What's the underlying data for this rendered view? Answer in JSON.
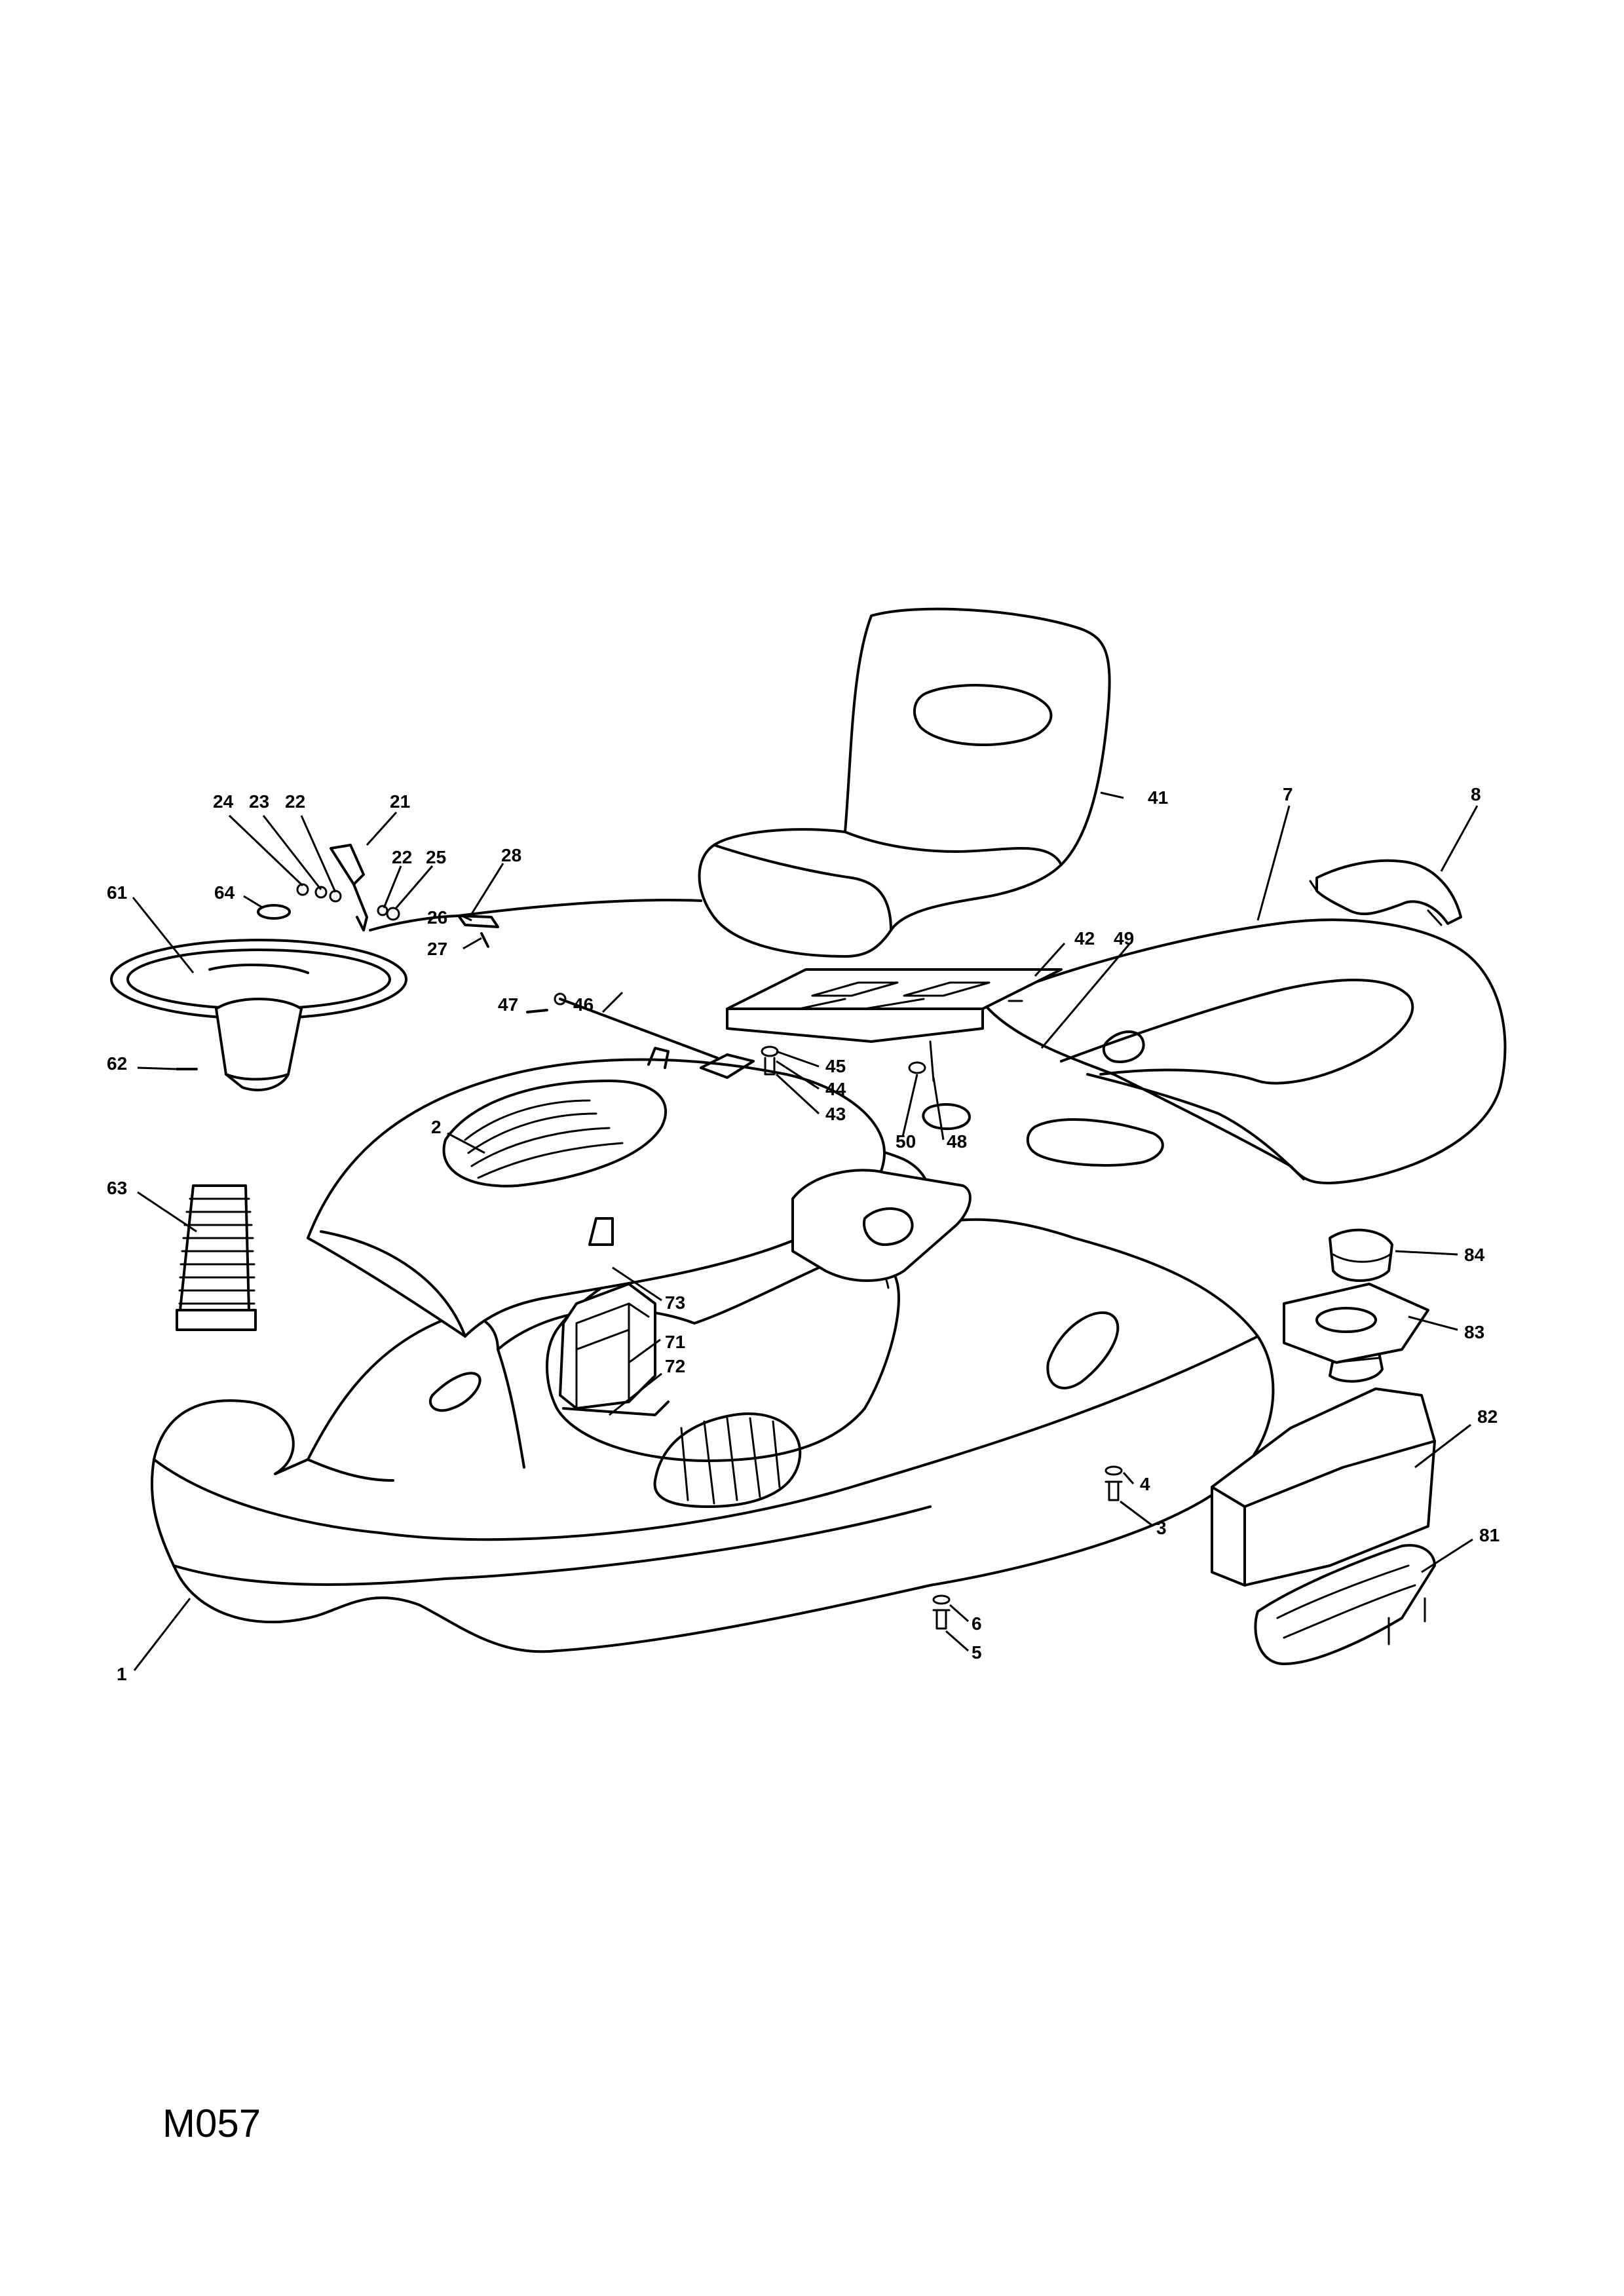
{
  "drawing_code": "M057",
  "callouts": [
    "1",
    "2",
    "3",
    "4",
    "5",
    "6",
    "7",
    "8",
    "21",
    "22",
    "22",
    "23",
    "24",
    "25",
    "26",
    "27",
    "28",
    "41",
    "42",
    "43",
    "44",
    "45",
    "46",
    "47",
    "48",
    "49",
    "50",
    "61",
    "62",
    "63",
    "64",
    "71",
    "72",
    "73",
    "81",
    "82",
    "83",
    "84"
  ],
  "colors": {
    "ink": "#000000",
    "paper": "#ffffff"
  }
}
